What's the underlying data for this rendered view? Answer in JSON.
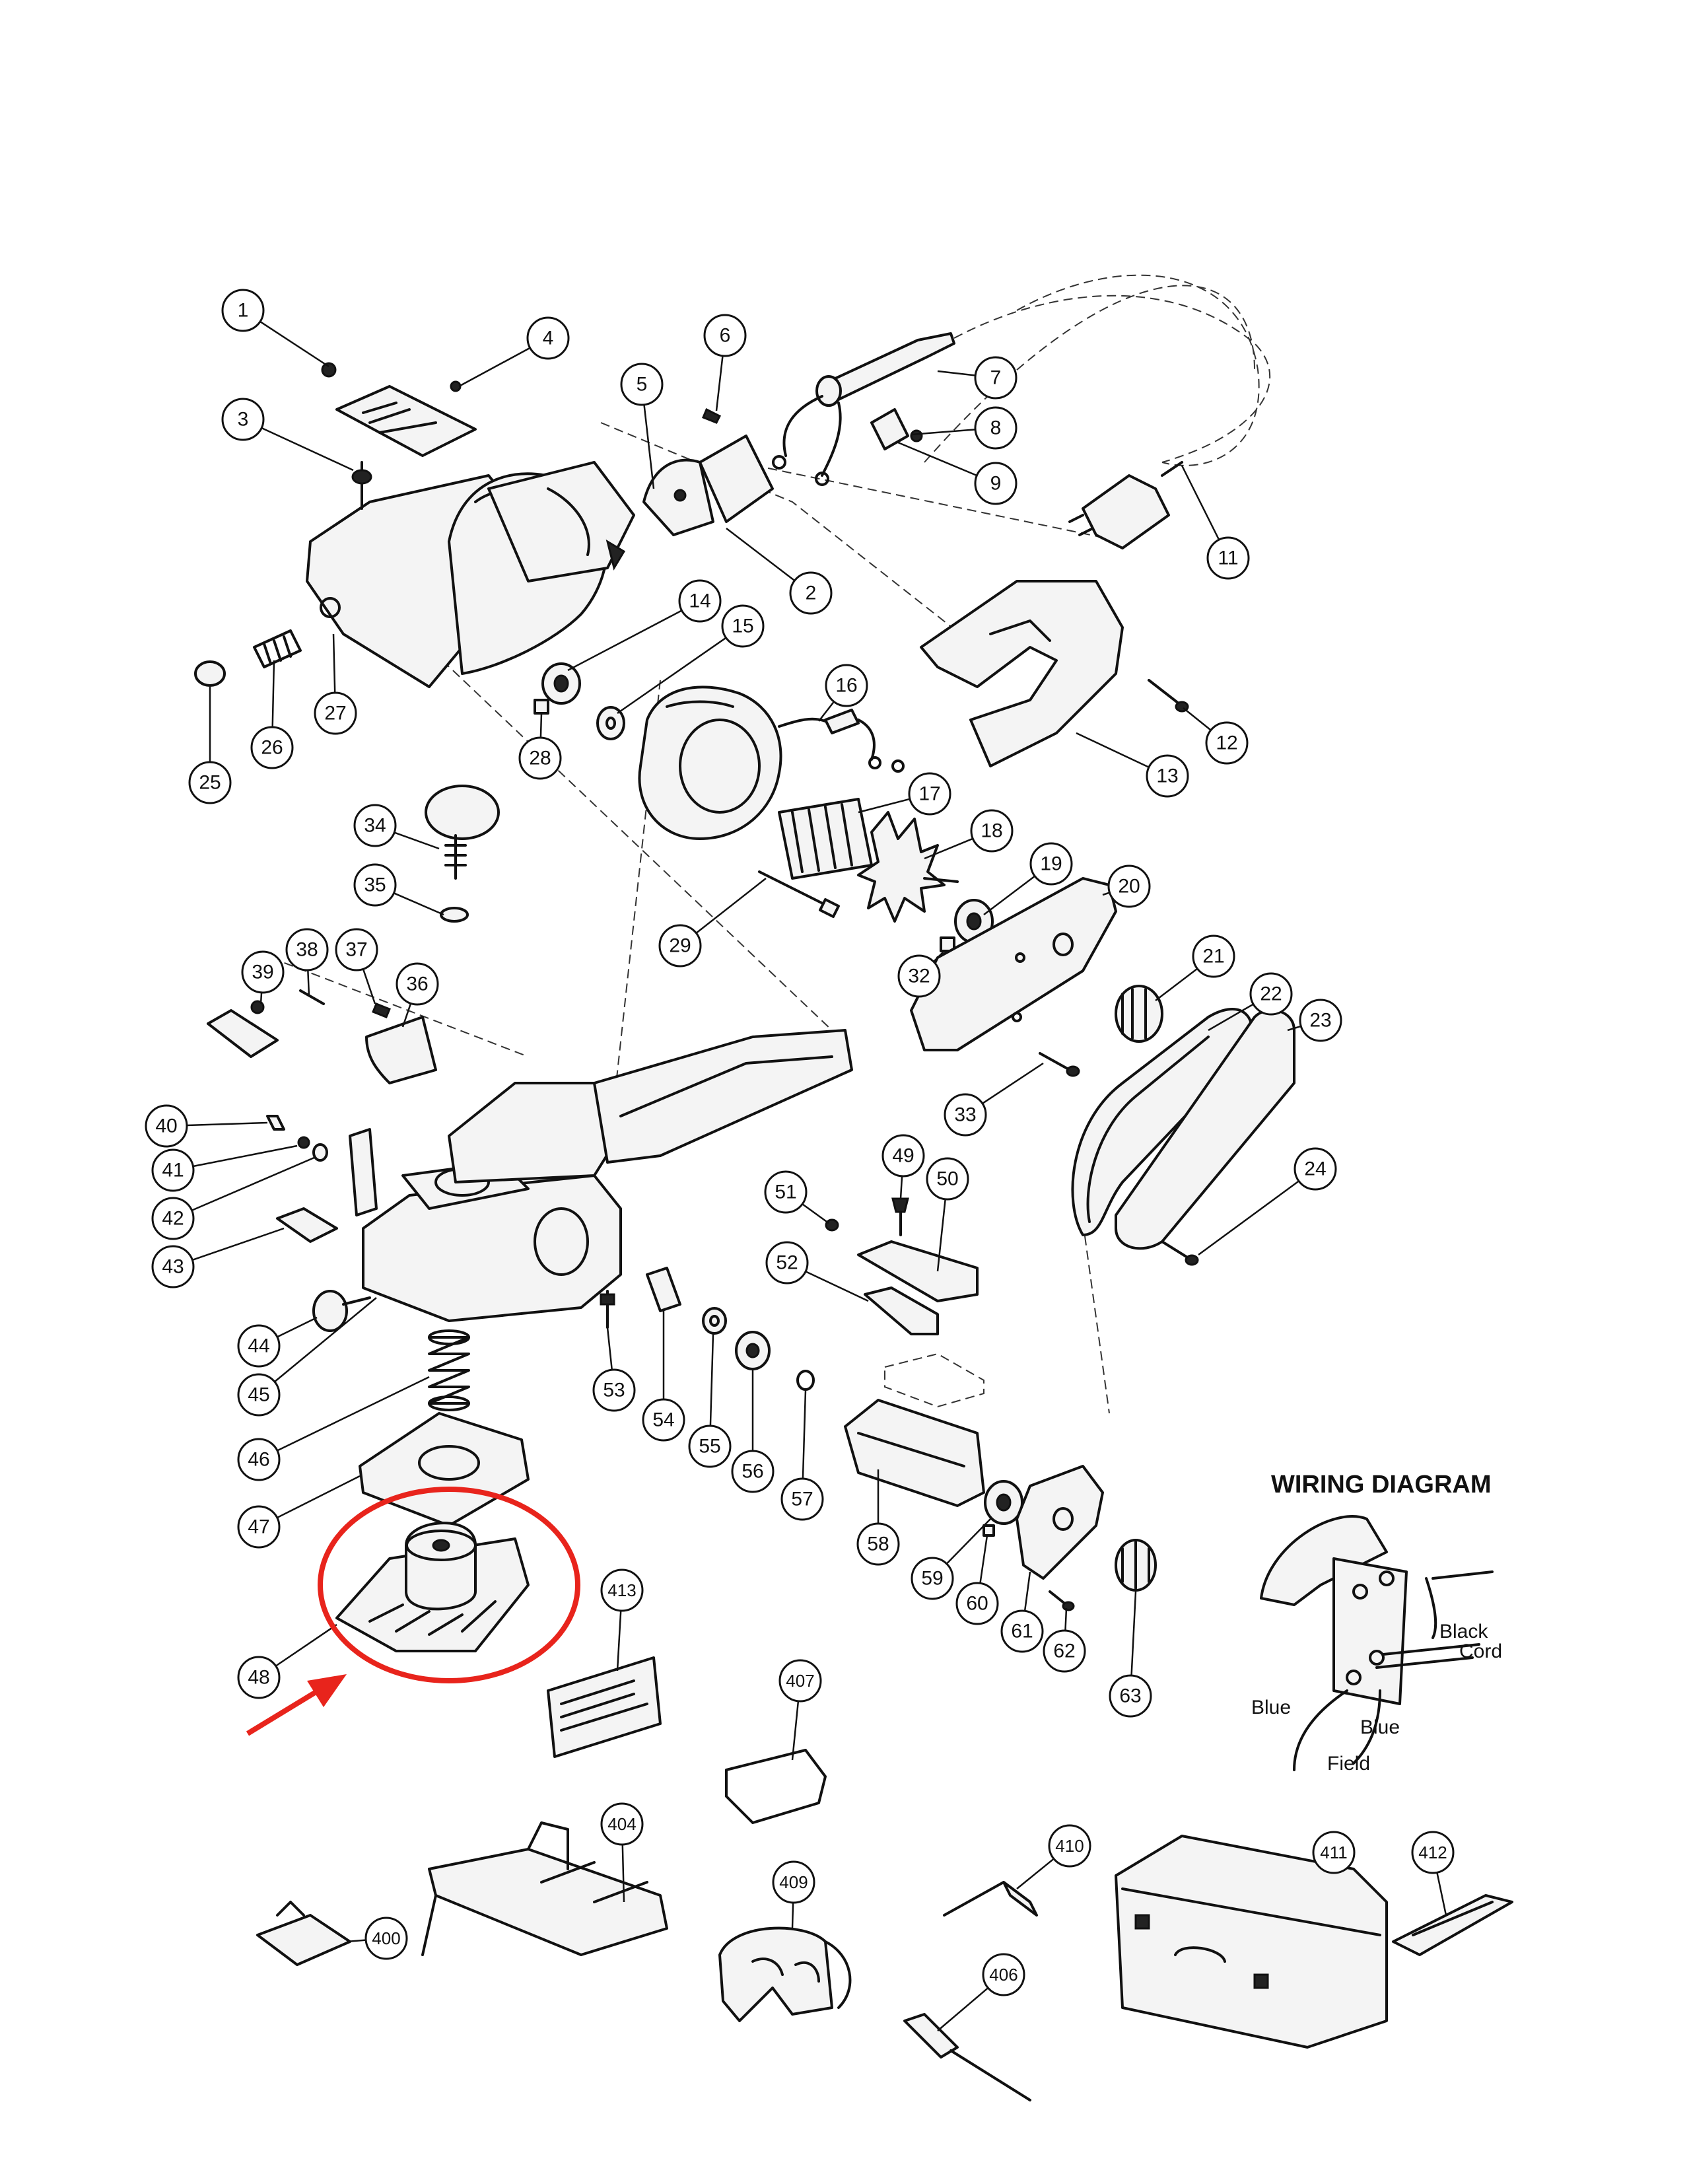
{
  "callouts": [
    "1",
    "2",
    "3",
    "4",
    "5",
    "6",
    "7",
    "8",
    "9",
    "11",
    "12",
    "13",
    "14",
    "15",
    "16",
    "17",
    "18",
    "19",
    "20",
    "21",
    "22",
    "23",
    "24",
    "25",
    "26",
    "27",
    "28",
    "29",
    "32",
    "33",
    "34",
    "35",
    "36",
    "37",
    "38",
    "39",
    "40",
    "41",
    "42",
    "43",
    "44",
    "45",
    "46",
    "47",
    "48",
    "49",
    "50",
    "51",
    "52",
    "53",
    "54",
    "55",
    "56",
    "57",
    "58",
    "59",
    "60",
    "61",
    "62",
    "63",
    "400",
    "404",
    "406",
    "407",
    "409",
    "410",
    "411",
    "412",
    "413"
  ],
  "wiring_diagram": {
    "title": "WIRING DIAGRAM",
    "labels": {
      "black": "Black",
      "cord": "Cord",
      "blue_left": "Blue",
      "blue_right": "Blue",
      "field": "Field"
    }
  },
  "highlight": {
    "target_part": "48",
    "color": "#e8241c"
  }
}
